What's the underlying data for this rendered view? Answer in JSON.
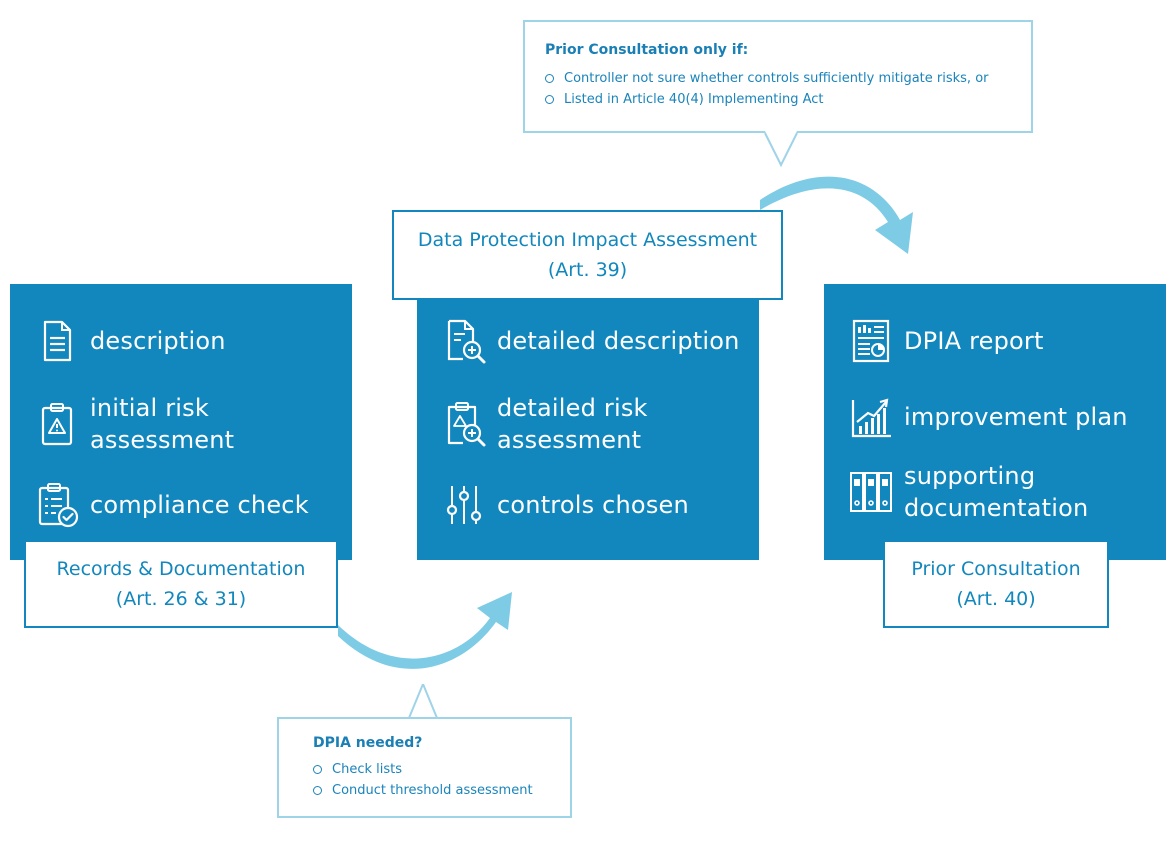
{
  "colors": {
    "panel": "#1287bd",
    "panel_text": "#ffffff",
    "label_text": "#1287bd",
    "arrow": "#7dcbe5",
    "callout_border": "#9fd3e8"
  },
  "left": {
    "items": [
      {
        "icon": "document-icon",
        "text": "description"
      },
      {
        "icon": "clipboard-warning-icon",
        "text": "initial risk\nassessment"
      },
      {
        "icon": "checklist-check-icon",
        "text": "compliance check"
      }
    ],
    "label_line1": "Records & Documentation",
    "label_line2": "(Art. 26 & 31)"
  },
  "middle": {
    "title_line1": "Data Protection Impact Assessment",
    "title_line2": "(Art. 39)",
    "items": [
      {
        "icon": "document-magnify-icon",
        "text": "detailed description"
      },
      {
        "icon": "clipboard-magnify-icon",
        "text": "detailed risk\nassessment"
      },
      {
        "icon": "sliders-icon",
        "text": "controls chosen"
      }
    ]
  },
  "right": {
    "items": [
      {
        "icon": "report-icon",
        "text": "DPIA report"
      },
      {
        "icon": "growth-chart-icon",
        "text": "improvement plan"
      },
      {
        "icon": "binders-icon",
        "text": "supporting\ndocumentation"
      }
    ],
    "label_line1": "Prior Consultation",
    "label_line2": "(Art. 40)"
  },
  "callout_top": {
    "title": "Prior Consultation only if:",
    "items": [
      "Controller not sure whether controls sufficiently mitigate risks, or",
      "Listed in Article 40(4) Implementing Act"
    ]
  },
  "callout_bottom": {
    "title": "DPIA needed?",
    "items": [
      "Check lists",
      "Conduct threshold assessment"
    ]
  }
}
